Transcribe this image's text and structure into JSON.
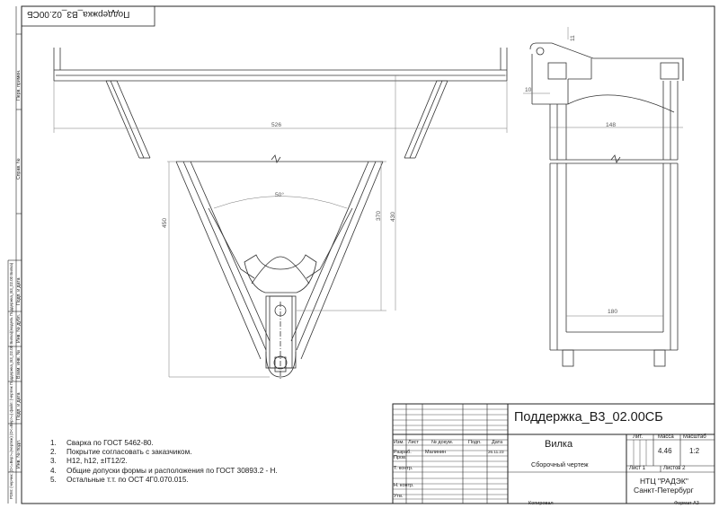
{
  "document": {
    "stamp_title_rotated": "Поддержка_В3_02.00СБ",
    "notes": [
      {
        "n": "1.",
        "text": "Сварка по ГОСТ 5462-80."
      },
      {
        "n": "2.",
        "text": "Покрытие согласовать с заказчиком."
      },
      {
        "n": "3.",
        "text": "H12, h12, ±IT12/2."
      },
      {
        "n": "4.",
        "text": "Общие допуски формы и расположения по ГОСТ 30893.2 - H."
      },
      {
        "n": "5.",
        "text": "Остальные т.т. по ОСТ 4Г0.070.015."
      }
    ],
    "dimensions": {
      "width_top": "526",
      "angle": "50°",
      "height_left": "450",
      "height_mid": "370",
      "height_right": "430",
      "side_width": "148",
      "side_small_a": "11",
      "side_small_b": "10",
      "side_bottom": "180"
    },
    "title_block": {
      "designation": "Поддержка_В3_02.00СБ",
      "name": "Вилка",
      "doc_type": "Сборочный чертеж",
      "lit_label": "Лит.",
      "mass_label": "Масса",
      "scale_label": "Масштаб",
      "mass": "4.46",
      "scale": "1:2",
      "sheet": "Лист 1",
      "sheets": "Листов 2",
      "org": "НТЦ \"РАДЭК\"",
      "city": "Санкт-Петербург",
      "col_izm": "Изм.",
      "col_list": "Лист",
      "col_docnum": "№ докум.",
      "col_sign": "Подп.",
      "col_date": "Дата",
      "row_razrab": "Разраб.",
      "razrab_name": "Малинин",
      "razrab_date": "26.11.23",
      "row_prov": "Пров.",
      "row_tkontr": "Т. контр.",
      "row_nkontr": "Н. контр.",
      "row_utv": "Утв.",
      "copied": "Копировал",
      "format": "Формат A3"
    },
    "side_strip": {
      "perv_primen": "Перв. примен.",
      "sprav": "Справ. №",
      "file_info": "PDM: (черчнк: (D<=Вер>=)чертеж) (D<=Вер>=) файл: (чертеж Поддержка_В3_02.00 Вилка)(модель Поддержка_В3_02.00 Вилка)",
      "podp_data_1": "Подп. и дата",
      "inv_dubl": "Инв. № дубл.",
      "vzam_inv": "Взам. инв. №",
      "podp_data_2": "Подп. и дата",
      "inv_podl": "Инв. № подл."
    }
  }
}
